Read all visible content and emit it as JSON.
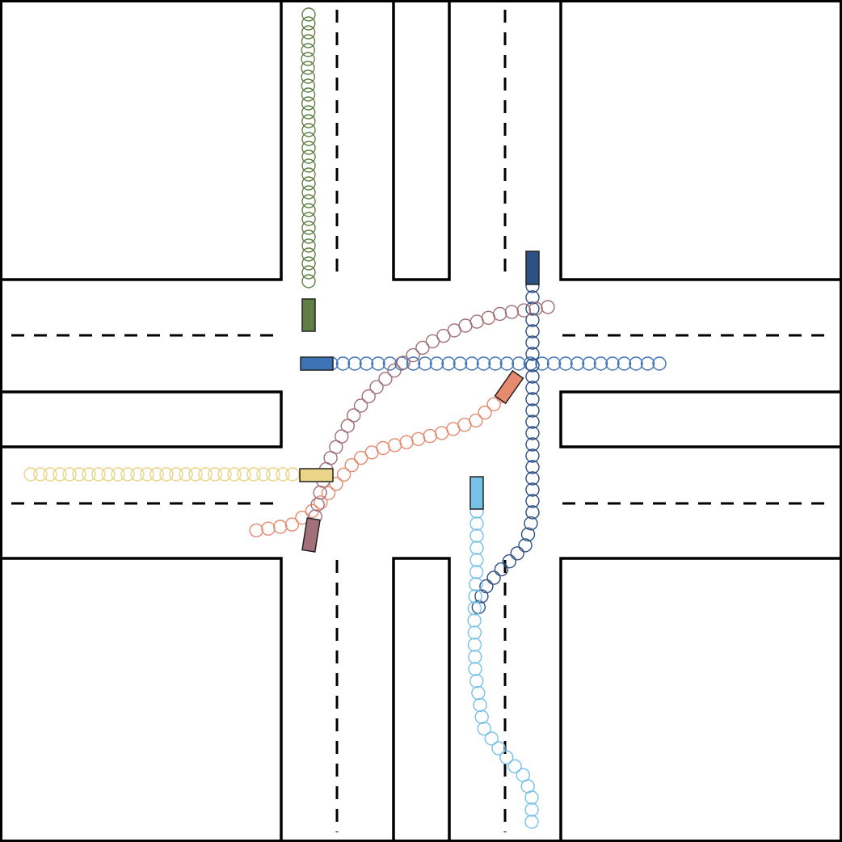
{
  "scene": {
    "type": "intersection-trajectories",
    "road_line_color": "#000000",
    "background_color": "#ffffff",
    "vehicles": [
      {
        "name": "green",
        "color": "#5f7f44",
        "marker": "circle"
      },
      {
        "name": "blue",
        "color": "#3d73b7",
        "marker": "circle"
      },
      {
        "name": "navy",
        "color": "#2e5082",
        "marker": "circle"
      },
      {
        "name": "orange",
        "color": "#e58a6e",
        "marker": "circle"
      },
      {
        "name": "mauve",
        "color": "#a27078",
        "marker": "circle"
      },
      {
        "name": "yellow",
        "color": "#e9d487",
        "marker": "circle"
      },
      {
        "name": "light-blue",
        "color": "#77c2e8",
        "marker": "circle"
      }
    ]
  }
}
